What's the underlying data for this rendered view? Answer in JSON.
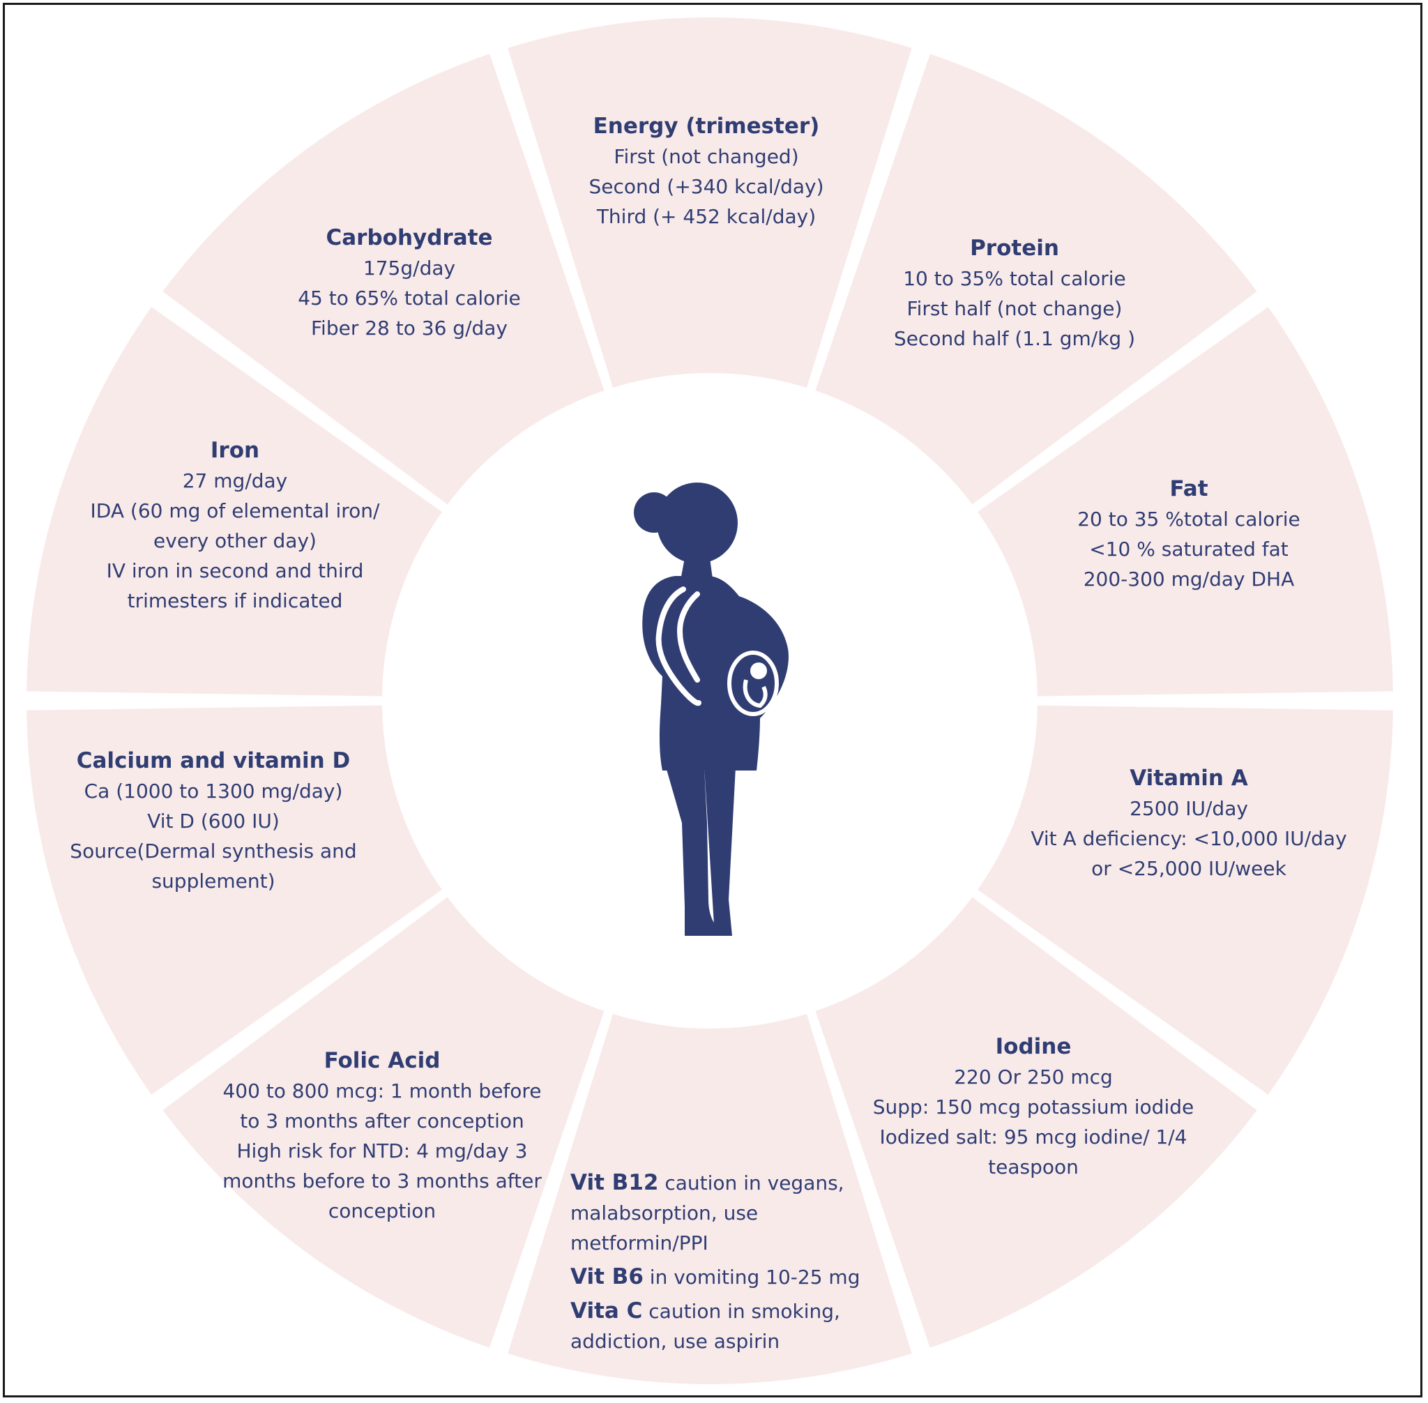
{
  "colors": {
    "segment_fill": "#f9eaea",
    "text": "#2f3d72",
    "figure": "#2f3d72",
    "center": "#ffffff"
  },
  "center_icon": "pregnant-woman-icon",
  "segments": {
    "energy": {
      "title": "Energy (trimester)",
      "lines": [
        "First (not changed)",
        "Second (+340 kcal/day)",
        "Third (+ 452 kcal/day)"
      ]
    },
    "protein": {
      "title": "Protein",
      "lines": [
        "10 to 35% total calorie",
        "First half (not change)",
        "Second half (1.1 gm/kg )"
      ]
    },
    "fat": {
      "title": "Fat",
      "lines": [
        "20 to 35 %total calorie",
        "<10 % saturated fat",
        "200-300 mg/day DHA"
      ]
    },
    "vitamin_a": {
      "title": "Vitamin A",
      "lines": [
        "2500 IU/day",
        "Vit A deficiency: <10,000 IU/day",
        "or <25,000 IU/week"
      ]
    },
    "iodine": {
      "title": "Iodine",
      "lines": [
        "220  Or 250 mcg",
        "Supp: 150 mcg potassium iodide",
        "Iodized salt: 95 mcg iodine/ 1/4",
        "teaspoon"
      ]
    },
    "vitamins": {
      "b12_label": "Vit B12",
      "b12_line1": "caution in vegans,",
      "b12_line2": "malabsorption, use",
      "b12_line3": "metformin/PPI",
      "b6_label": "Vit B6",
      "b6_line1": "in vomiting 10-25 mg",
      "c_label": "Vita C",
      "c_line1": "caution in smoking,",
      "c_line2": "addiction, use aspirin"
    },
    "folic_acid": {
      "title": "Folic Acid",
      "lines": [
        "400 to 800 mcg: 1 month before",
        "to 3 months after conception",
        "High risk for NTD: 4 mg/day 3",
        "months before to 3 months after",
        "conception"
      ]
    },
    "calcium": {
      "title": "Calcium and vitamin D",
      "lines": [
        "Ca (1000 to 1300 mg/day)",
        "Vit D (600 IU)",
        "Source(Dermal synthesis and",
        "supplement)"
      ]
    },
    "iron": {
      "title": "Iron",
      "lines": [
        "27 mg/day",
        "IDA (60 mg of elemental iron/",
        "every other day)",
        "IV iron in second and third",
        "trimesters if indicated"
      ]
    },
    "carbohydrate": {
      "title": "Carbohydrate",
      "lines": [
        "175g/day",
        "45 to 65% total calorie",
        "Fiber 28 to 36 g/day"
      ]
    }
  }
}
